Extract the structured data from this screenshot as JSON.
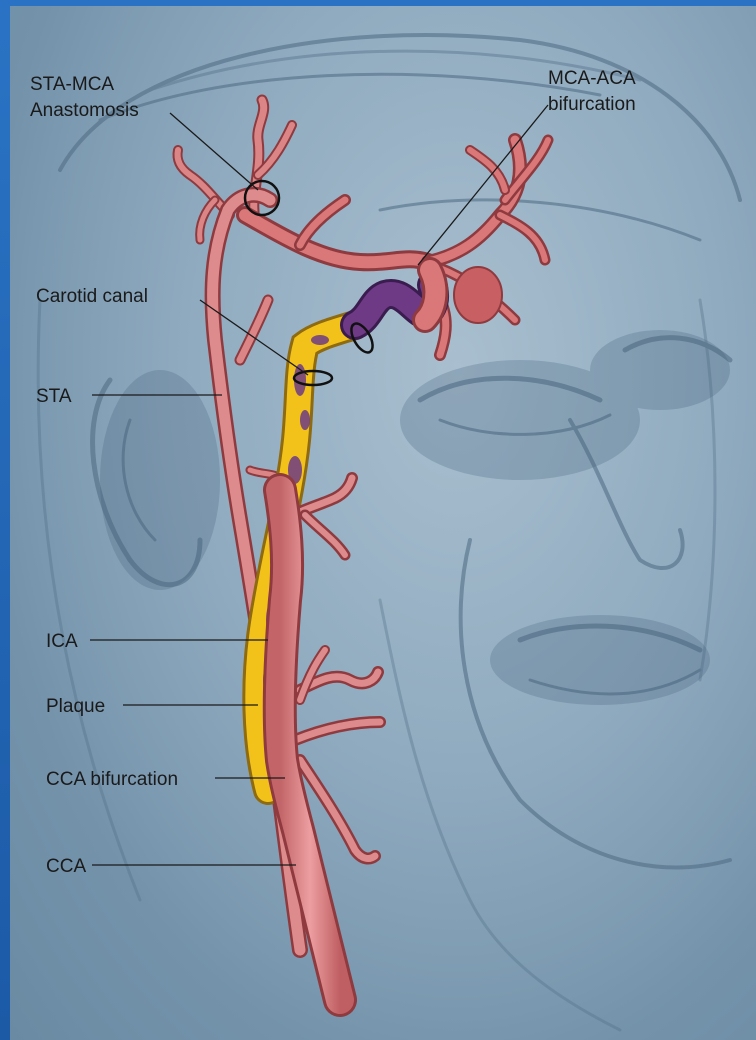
{
  "labels": {
    "sta_mca_line1": "STA-MCA",
    "sta_mca_line2": "Anastomosis",
    "mca_aca_line1": "MCA-ACA",
    "mca_aca_line2": "bifurcation",
    "carotid_canal": "Carotid canal",
    "sta": "STA",
    "ica": "ICA",
    "plaque": "Plaque",
    "cca_bifurcation": "CCA bifurcation",
    "cca": "CCA"
  },
  "colors": {
    "frame": "#1f5a9c",
    "artery": "#d9777a",
    "artery_outline": "#8e3a3e",
    "plaque_yellow": "#f2c21a",
    "plaque_purple": "#6e3a86",
    "sketch_shading": "#5c7a93"
  }
}
